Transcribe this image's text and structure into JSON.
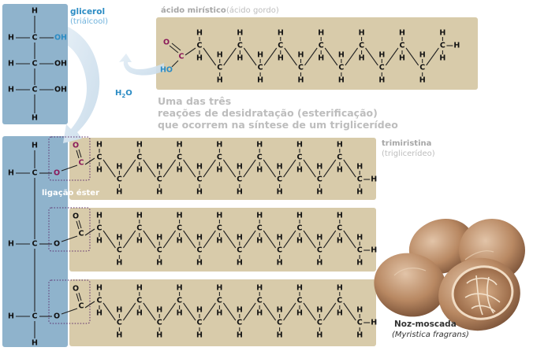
{
  "labels": {
    "glycerol_title": "glicerol",
    "glycerol_sub": "(triálcool)",
    "acid_title": "ácido mirístico",
    "acid_sub": "(ácido gordo)",
    "water_h": "H",
    "water_sub": "2",
    "water_o": "O",
    "reaction_line1": "Uma das três",
    "reaction_line2": "reações de desidratação (esterificação)",
    "reaction_line3": "que ocorrem na síntese de um triglicerídeo",
    "trimyristin_title": "trimiristina",
    "trimyristin_sub": "(triglicerídeo)",
    "ester_label": "ligação éster",
    "nutmeg_title": "Noz-moscada",
    "nutmeg_sub": "(Myristica fragrans)"
  },
  "atoms": {
    "carbon": "C",
    "hydrogen": "H",
    "oxygen": "O",
    "hydroxyl": "OH",
    "acid_hydroxyl": "HO"
  },
  "colors": {
    "glycerol_panel": "#8fb3cc",
    "fatty_panel": "#d8cbaa",
    "bond": "#222222",
    "oxygen_highlight": "#8b1a5a",
    "hydroxyl_highlight": "#2c8cc4",
    "label_blue": "#2c8cc4",
    "label_gray": "#a6a6a6"
  }
}
